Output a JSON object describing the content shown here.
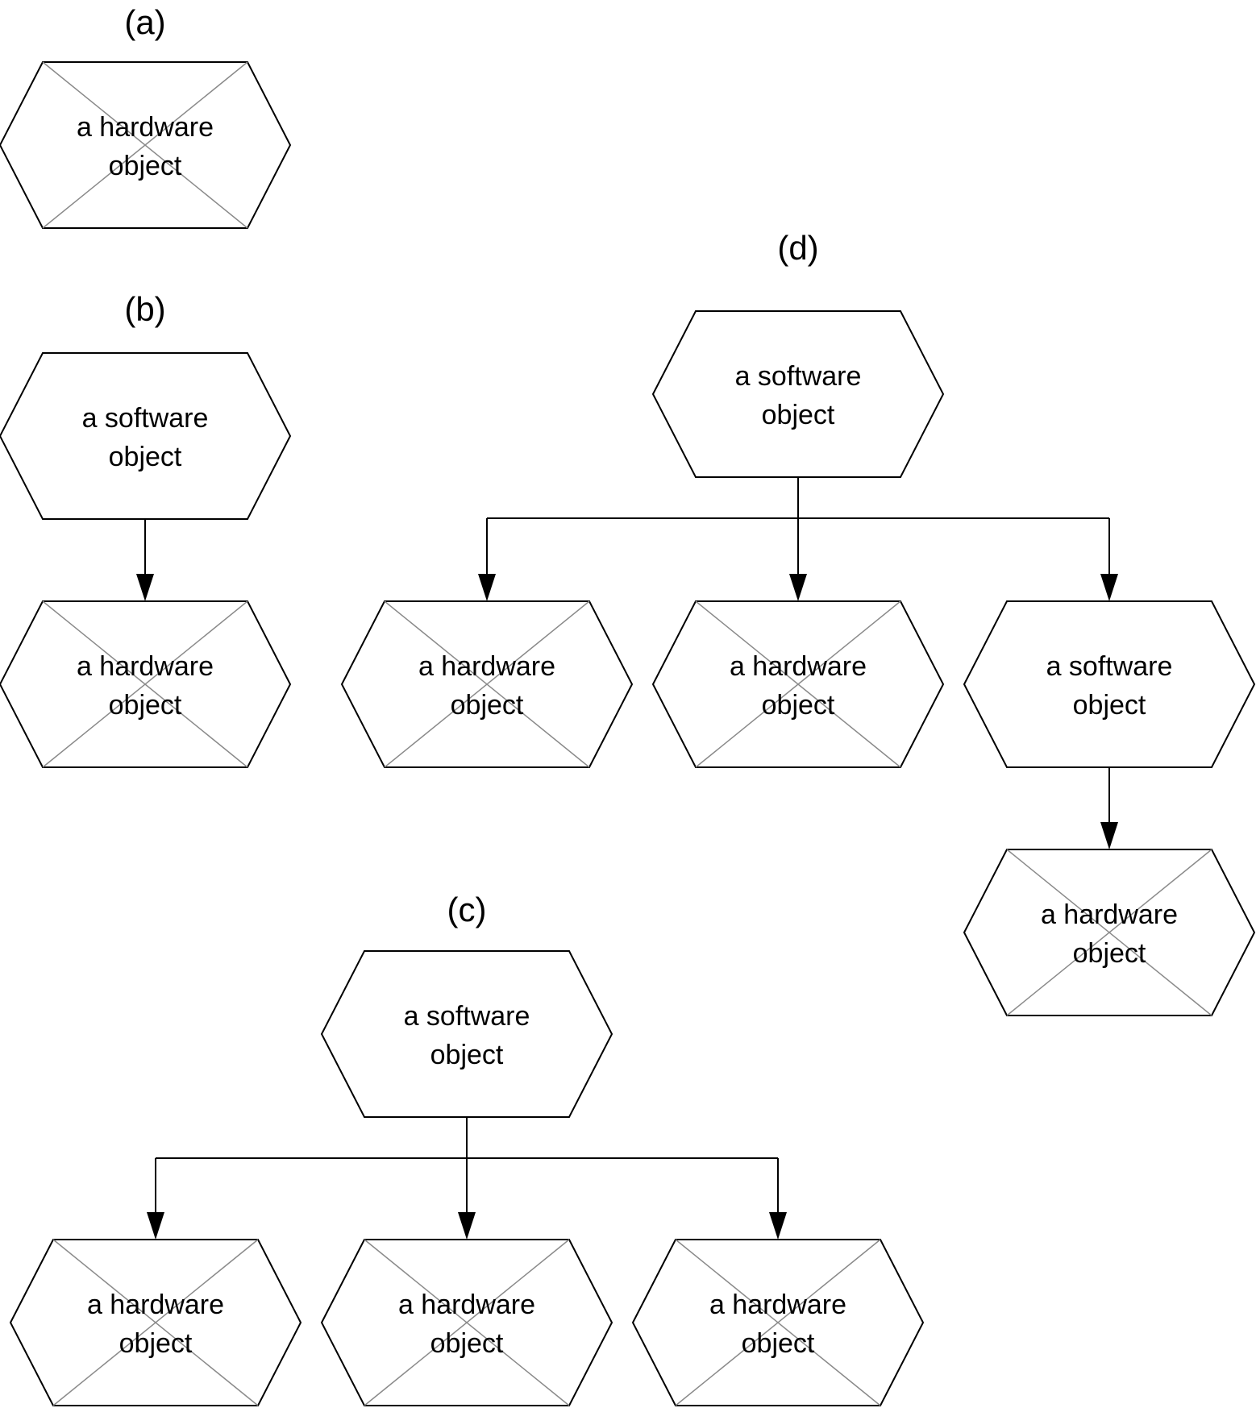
{
  "diagram": {
    "panels": [
      {
        "id": "a",
        "label": "(a)"
      },
      {
        "id": "b",
        "label": "(b)"
      },
      {
        "id": "c",
        "label": "(c)"
      },
      {
        "id": "d",
        "label": "(d)"
      }
    ],
    "node_types": {
      "hardware": {
        "line1": "a hardware",
        "line2": "object",
        "crossed": true
      },
      "software": {
        "line1": "a software",
        "line2": "object",
        "crossed": false
      }
    },
    "nodes": [
      {
        "id": "a-hw",
        "type": "hardware",
        "panel": "a"
      },
      {
        "id": "b-sw",
        "type": "software",
        "panel": "b"
      },
      {
        "id": "b-hw",
        "type": "hardware",
        "panel": "b"
      },
      {
        "id": "c-sw",
        "type": "software",
        "panel": "c"
      },
      {
        "id": "c-hw1",
        "type": "hardware",
        "panel": "c"
      },
      {
        "id": "c-hw2",
        "type": "hardware",
        "panel": "c"
      },
      {
        "id": "c-hw3",
        "type": "hardware",
        "panel": "c"
      },
      {
        "id": "d-sw",
        "type": "software",
        "panel": "d"
      },
      {
        "id": "d-hw1",
        "type": "hardware",
        "panel": "d"
      },
      {
        "id": "d-hw2",
        "type": "hardware",
        "panel": "d"
      },
      {
        "id": "d-sw2",
        "type": "software",
        "panel": "d"
      },
      {
        "id": "d-hw3",
        "type": "hardware",
        "panel": "d"
      }
    ],
    "edges": [
      {
        "from": "b-sw",
        "to": "b-hw"
      },
      {
        "from": "c-sw",
        "to": "c-hw1"
      },
      {
        "from": "c-sw",
        "to": "c-hw2"
      },
      {
        "from": "c-sw",
        "to": "c-hw3"
      },
      {
        "from": "d-sw",
        "to": "d-hw1"
      },
      {
        "from": "d-sw",
        "to": "d-hw2"
      },
      {
        "from": "d-sw",
        "to": "d-sw2"
      },
      {
        "from": "d-sw2",
        "to": "d-hw3"
      }
    ]
  }
}
